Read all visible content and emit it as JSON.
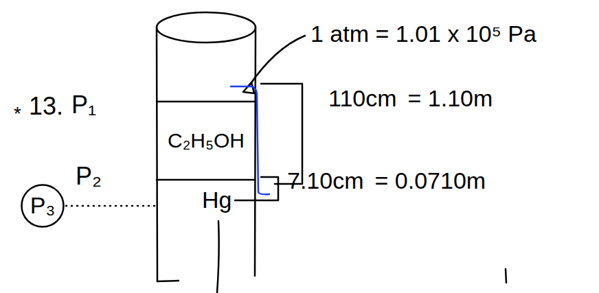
{
  "diagram": {
    "nodes": [
      {
        "text": [
          "C₂H₅OH"
        ]
      },
      {
        "text": [
          "Hg"
        ]
      },
      {
        "text": [
          "P₃"
        ]
      }
    ],
    "edges": [
      {
        "from": 2,
        "to": 1,
        "arrow": "none"
      }
    ],
    "labels": [
      "*",
      "13.",
      "P₁",
      "P₂",
      "1 atm = 1.01 x 10⁵ Pa",
      "110cm",
      "= 1.10m",
      "7.10cm",
      "= 0.0710m"
    ]
  }
}
